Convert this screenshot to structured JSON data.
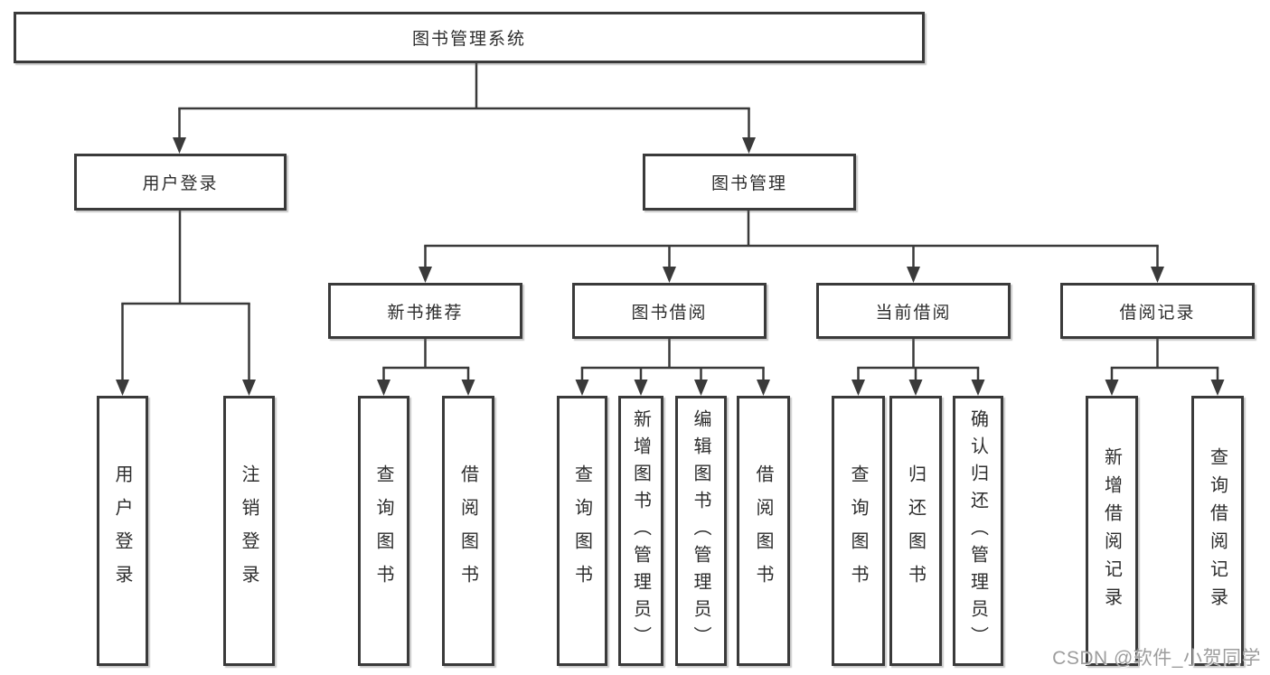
{
  "diagram": {
    "nodes": {
      "root": {
        "label": "图书管理系统"
      },
      "user_login": {
        "label": "用户登录"
      },
      "book_mgmt": {
        "label": "图书管理"
      },
      "new_books": {
        "label": "新书推荐"
      },
      "book_borrow": {
        "label": "图书借阅"
      },
      "current_borrow": {
        "label": "当前借阅"
      },
      "borrow_records": {
        "label": "借阅记录"
      },
      "leaf_user_login": {
        "label": "用户登录"
      },
      "leaf_logout": {
        "label": "注销登录"
      },
      "leaf_nb_query": {
        "label": "查询图书"
      },
      "leaf_nb_borrow": {
        "label": "借阅图书"
      },
      "leaf_bb_query": {
        "label": "查询图书"
      },
      "leaf_bb_add": {
        "label": "新增图书（管理员）"
      },
      "leaf_bb_edit": {
        "label": "编辑图书（管理员）"
      },
      "leaf_bb_borrow": {
        "label": "借阅图书"
      },
      "leaf_cb_query": {
        "label": "查询图书"
      },
      "leaf_cb_return": {
        "label": "归还图书"
      },
      "leaf_cb_confirm": {
        "label": "确认归还（管理员）"
      },
      "leaf_br_add": {
        "label": "新增借阅记录"
      },
      "leaf_br_query": {
        "label": "查询借阅记录"
      }
    }
  },
  "watermark": {
    "text": "CSDN @软件_小贺同学"
  },
  "colors": {
    "line": "#3a3a3a",
    "text": "#2d2d2d",
    "watermark": "#9d9d9d",
    "background": "#ffffff"
  }
}
